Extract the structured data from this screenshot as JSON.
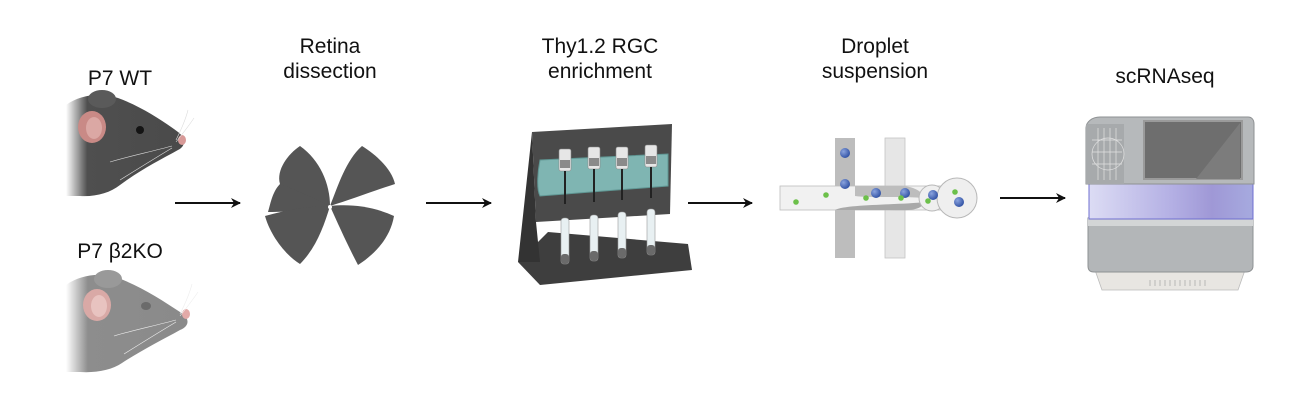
{
  "diagram": {
    "type": "workflow",
    "steps": [
      {
        "id": "mice",
        "samples": [
          {
            "label": "P7 WT",
            "color": "#4f4f4f"
          },
          {
            "label": "P7 β2KO",
            "color": "#8d8d8d"
          }
        ]
      },
      {
        "id": "retina",
        "label_line1": "Retina",
        "label_line2": "dissection",
        "color": "#555555"
      },
      {
        "id": "enrichment",
        "label_line1": "Thy1.2 RGC",
        "label_line2": "enrichment",
        "holder_color": "#7fb5b2",
        "stand_color": "#4a4a4a"
      },
      {
        "id": "droplet",
        "label_line1": "Droplet",
        "label_line2": "suspension",
        "cell_color": "#3b5fb0",
        "bead_color": "#6cc04a"
      },
      {
        "id": "sequencing",
        "label_line1": "scRNAseq",
        "band_color": "#a9a6e6",
        "body_color": "#b3b6b8"
      }
    ],
    "arrows": [
      {
        "from": "mice",
        "to": "retina"
      },
      {
        "from": "retina",
        "to": "enrichment"
      },
      {
        "from": "enrichment",
        "to": "droplet"
      },
      {
        "from": "droplet",
        "to": "sequencing"
      }
    ]
  }
}
